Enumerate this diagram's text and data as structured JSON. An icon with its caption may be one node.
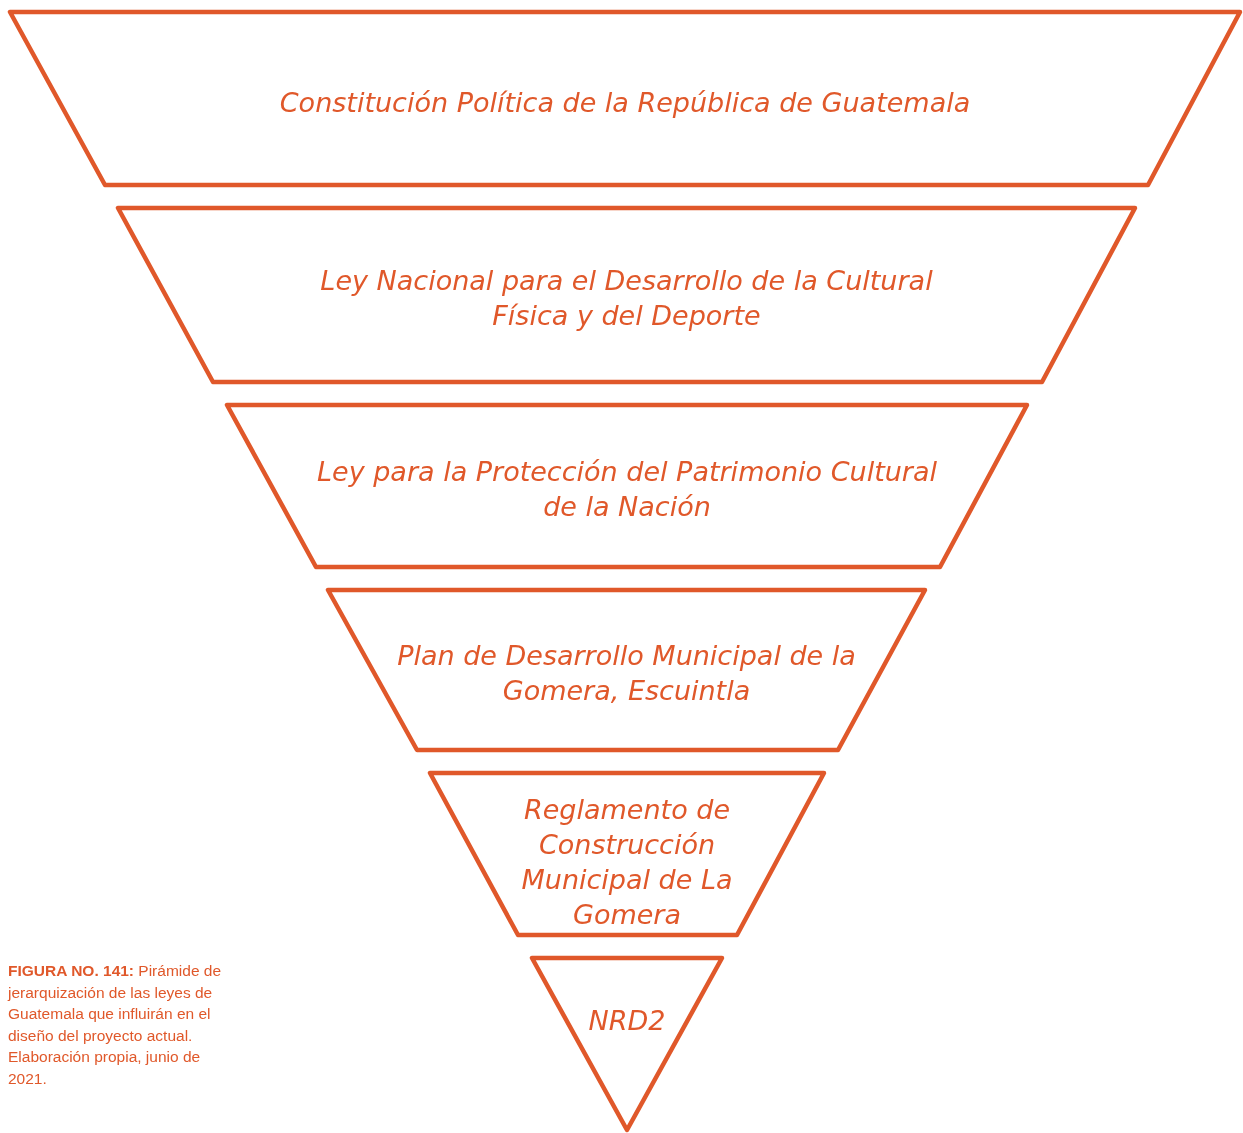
{
  "diagram": {
    "caption": "**FIGURA NO. 141:** Pirámide de jerarquización de las leyes de Guatemala que influirán en el diseño del proyecto actual. Elaboración propia, junio de 2021.",
    "nodes": [
      {
        "text": [
          "Constitución Política de la República de Guatemala"
        ]
      },
      {
        "text": [
          "Ley Nacional para el Desarrollo de la Cultural Física y del Deporte"
        ]
      },
      {
        "text": [
          "Ley para la Protección del Patrimonio Cultural de la Nación"
        ]
      },
      {
        "text": [
          "Plan de Desarrollo Municipal de la Gomera, Escuintla"
        ]
      },
      {
        "text": [
          "Reglamento de Construcción Municipal de La Gomera"
        ]
      },
      {
        "text": [
          "NRD2"
        ]
      }
    ]
  }
}
